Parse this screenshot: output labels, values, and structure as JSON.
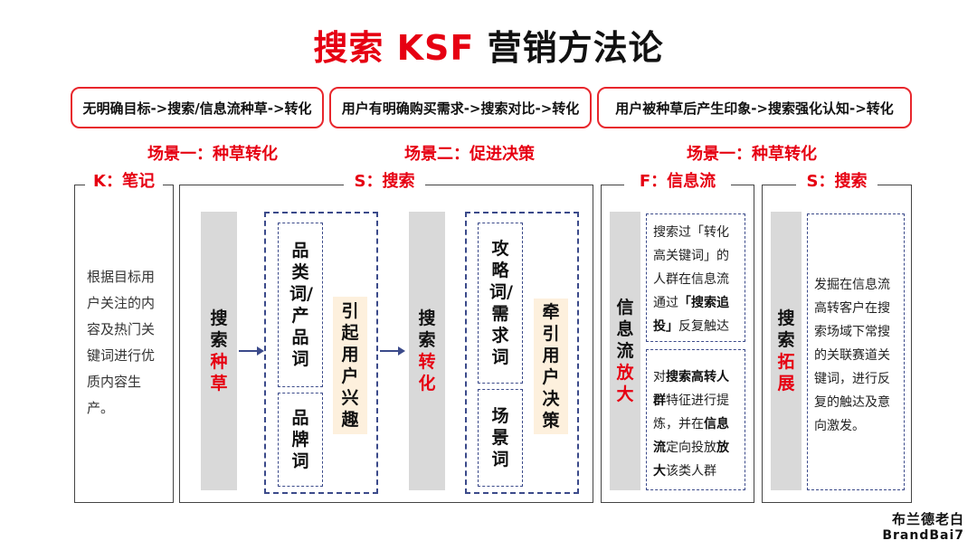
{
  "title": {
    "part1": "搜索 KSF",
    "part2": "营销方法论"
  },
  "scenarios": [
    "无明确目标->搜索/信息流种草->转化",
    "用户有明确购买需求->搜索对比->转化",
    "用户被种草后产生印象->搜索强化认知->转化"
  ],
  "scene_labels": [
    "场景一：种草转化",
    "场景二：促进决策",
    "场景一：种草转化"
  ],
  "columns": {
    "k": {
      "header": "K：笔记",
      "body": "根据目标用户关注的内容及热门关键词进行优质内容生产。"
    },
    "s1": {
      "header": "S：搜索",
      "bar1": {
        "a": "搜索",
        "b": "种草"
      },
      "box1_top": "品类词/产品词",
      "box1_bottom": "品牌词",
      "beige1": "引起用户兴趣",
      "bar2": {
        "a": "搜索",
        "b": "转化"
      },
      "box2_top": "攻略词/需求词",
      "box2_bottom": "场景词",
      "beige2": "牵引用户决策"
    },
    "f": {
      "header": "F：信息流",
      "bar": {
        "a": "信息流",
        "b": "放大"
      },
      "text1": {
        "p1": "搜索过「转化高关键词」的人群在信息流通过",
        "b1": "「搜索追投」",
        "p2": "反复触达"
      },
      "text2": {
        "p0": "对",
        "b1": "搜索高转人群",
        "p1": "特征进行提炼，并在",
        "b2": "信息流",
        "p2": "定向投放",
        "b3": "放大",
        "p3": "该类人群"
      }
    },
    "s2": {
      "header": "S：搜索",
      "bar": {
        "a": "搜索",
        "b": "拓展"
      },
      "body": "发掘在信息流高转客户在搜索场域下常搜的关联赛道关键词，进行反复的触达及意向激发。"
    }
  },
  "logo": {
    "cn": "布兰德老白",
    "en": "BrandBai7"
  },
  "colors": {
    "accent": "#e60012",
    "dash": "#3b4a8a",
    "bar": "#d9d9d9",
    "beige": "#fdf0dd"
  }
}
